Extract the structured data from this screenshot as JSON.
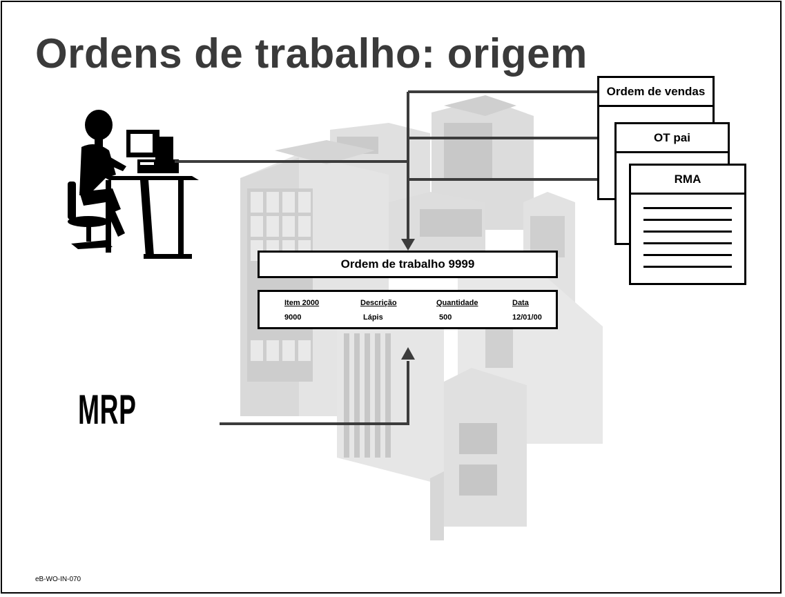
{
  "slide": {
    "title": "Ordens de trabalho: origem",
    "footer_code": "eB-WO-IN-070"
  },
  "sources": {
    "sales_order": "Ordem de vendas",
    "parent_wo": "OT pai",
    "rma": "RMA",
    "mrp": "MRP"
  },
  "work_order": {
    "title": "Ordem de trabalho 9999",
    "headers": [
      "Item 2000",
      "Descrição",
      "Quantidade",
      "Data"
    ],
    "row": [
      "9000",
      "Lápis",
      "500",
      "12/01/00"
    ]
  },
  "icons": {
    "background": "city-buildings-icon",
    "user": "person-at-computer-icon"
  },
  "colors": {
    "title": "#3a3a3a",
    "connector": "#3c3c3c",
    "buildings_light": "#e6e6e6",
    "buildings_mid": "#d2d2d2"
  }
}
